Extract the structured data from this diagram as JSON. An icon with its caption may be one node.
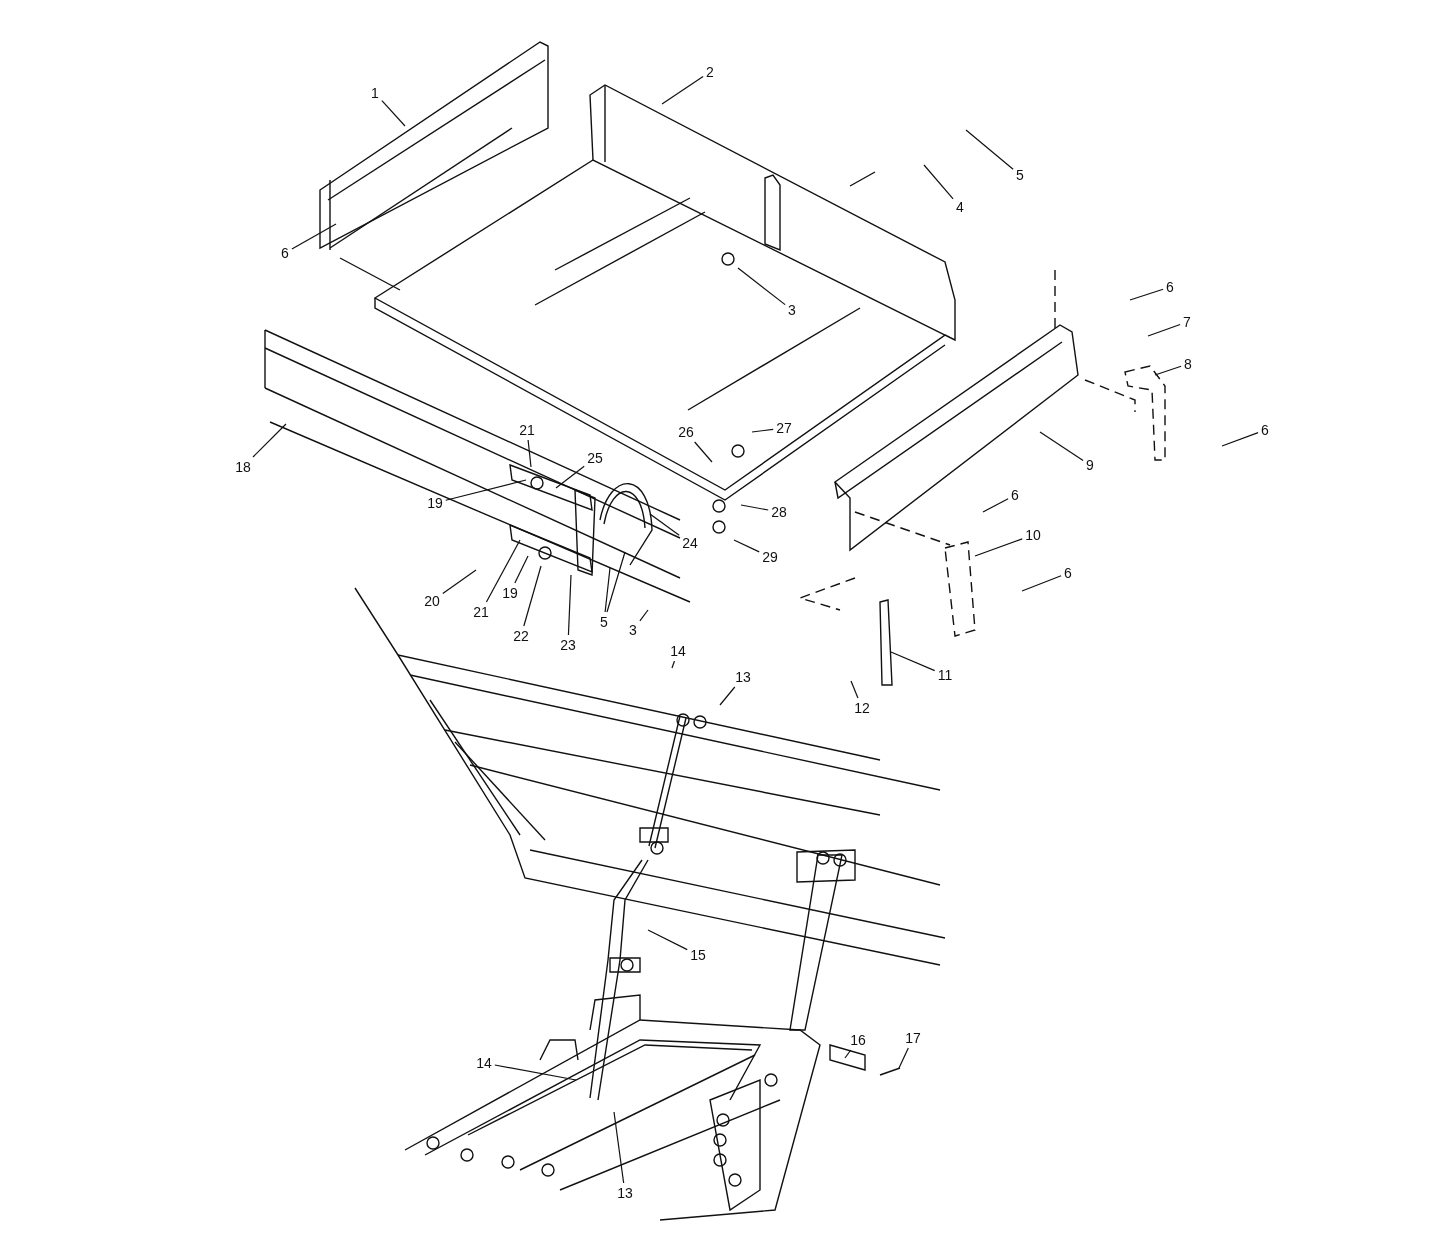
{
  "diagram": {
    "nodes": [
      {
        "text": [
          "2"
        ]
      },
      {
        "text": [
          "1"
        ]
      },
      {
        "text": [
          "5"
        ]
      },
      {
        "text": [
          "4"
        ]
      },
      {
        "text": [
          "6"
        ]
      },
      {
        "text": [
          "6"
        ]
      },
      {
        "text": [
          "3"
        ]
      },
      {
        "text": [
          "7"
        ]
      },
      {
        "text": [
          "8"
        ]
      },
      {
        "text": [
          "27"
        ]
      },
      {
        "text": [
          "21"
        ]
      },
      {
        "text": [
          "26"
        ]
      },
      {
        "text": [
          "6"
        ]
      },
      {
        "text": [
          "25"
        ]
      },
      {
        "text": [
          "9"
        ]
      },
      {
        "text": [
          "18"
        ]
      },
      {
        "text": [
          "6"
        ]
      },
      {
        "text": [
          "19"
        ]
      },
      {
        "text": [
          "28"
        ]
      },
      {
        "text": [
          "10"
        ]
      },
      {
        "text": [
          "24"
        ]
      },
      {
        "text": [
          "29"
        ]
      },
      {
        "text": [
          "6"
        ]
      },
      {
        "text": [
          "19"
        ]
      },
      {
        "text": [
          "20"
        ]
      },
      {
        "text": [
          "21"
        ]
      },
      {
        "text": [
          "5"
        ]
      },
      {
        "text": [
          "3"
        ]
      },
      {
        "text": [
          "22"
        ]
      },
      {
        "text": [
          "23"
        ]
      },
      {
        "text": [
          "14"
        ]
      },
      {
        "text": [
          "11"
        ]
      },
      {
        "text": [
          "13"
        ]
      },
      {
        "text": [
          "12"
        ]
      },
      {
        "text": [
          "15"
        ]
      },
      {
        "text": [
          "17"
        ]
      },
      {
        "text": [
          "16"
        ]
      },
      {
        "text": [
          "14"
        ]
      },
      {
        "text": [
          "13"
        ]
      }
    ],
    "edges": [
      {
        "from": 0,
        "to": null,
        "arrow": "none"
      },
      {
        "from": 1,
        "to": null,
        "arrow": "none"
      },
      {
        "from": 2,
        "to": null,
        "arrow": "none"
      },
      {
        "from": 3,
        "to": null,
        "arrow": "none"
      },
      {
        "from": 4,
        "to": null,
        "arrow": "none"
      },
      {
        "from": 5,
        "to": null,
        "arrow": "none"
      },
      {
        "from": 6,
        "to": null,
        "arrow": "none"
      },
      {
        "from": 7,
        "to": null,
        "arrow": "none"
      },
      {
        "from": 8,
        "to": null,
        "arrow": "none"
      },
      {
        "from": 9,
        "to": null,
        "arrow": "none"
      },
      {
        "from": 10,
        "to": null,
        "arrow": "none"
      },
      {
        "from": 11,
        "to": null,
        "arrow": "none"
      },
      {
        "from": 12,
        "to": null,
        "arrow": "none"
      },
      {
        "from": 13,
        "to": null,
        "arrow": "none"
      },
      {
        "from": 14,
        "to": null,
        "arrow": "none"
      },
      {
        "from": 15,
        "to": null,
        "arrow": "none"
      },
      {
        "from": 16,
        "to": null,
        "arrow": "none"
      },
      {
        "from": 17,
        "to": null,
        "arrow": "none"
      },
      {
        "from": 18,
        "to": null,
        "arrow": "none"
      },
      {
        "from": 19,
        "to": null,
        "arrow": "none"
      },
      {
        "from": 20,
        "to": null,
        "arrow": "none"
      },
      {
        "from": 21,
        "to": null,
        "arrow": "none"
      },
      {
        "from": 22,
        "to": null,
        "arrow": "none"
      },
      {
        "from": 23,
        "to": null,
        "arrow": "none"
      },
      {
        "from": 24,
        "to": null,
        "arrow": "none"
      },
      {
        "from": 25,
        "to": null,
        "arrow": "none"
      },
      {
        "from": 26,
        "to": null,
        "arrow": "none"
      },
      {
        "from": 26,
        "to": null,
        "arrow": "none"
      },
      {
        "from": 27,
        "to": null,
        "arrow": "none"
      },
      {
        "from": 28,
        "to": null,
        "arrow": "none"
      },
      {
        "from": 29,
        "to": null,
        "arrow": "none"
      },
      {
        "from": 30,
        "to": null,
        "arrow": "none"
      },
      {
        "from": 31,
        "to": null,
        "arrow": "none"
      },
      {
        "from": 32,
        "to": null,
        "arrow": "none"
      },
      {
        "from": 33,
        "to": null,
        "arrow": "none"
      },
      {
        "from": 34,
        "to": null,
        "arrow": "none"
      },
      {
        "from": 35,
        "to": null,
        "arrow": "none"
      },
      {
        "from": 36,
        "to": null,
        "arrow": "none"
      },
      {
        "from": 37,
        "to": null,
        "arrow": "none"
      },
      {
        "from": 38,
        "to": null,
        "arrow": "none"
      }
    ]
  }
}
